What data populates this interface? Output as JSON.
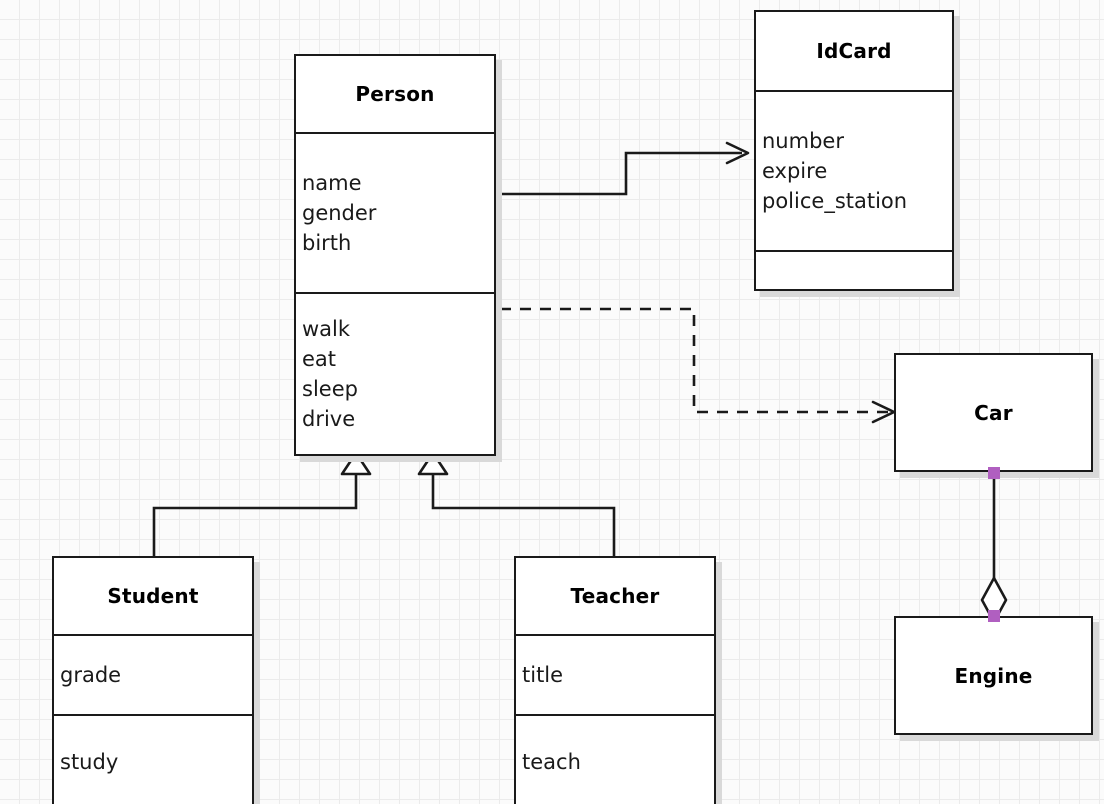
{
  "diagram": {
    "type": "uml-class-diagram",
    "background": "#fbfbfb",
    "grid_color": "#ebebeb",
    "line_color": "#1a1a1a",
    "selection_handle_color": "#b05fc0",
    "shadow_color": "#d9d9d9"
  },
  "classes": {
    "person": {
      "name": "Person",
      "attributes": [
        "name",
        "gender",
        "birth"
      ],
      "methods": [
        "walk",
        "eat",
        "sleep",
        "drive"
      ]
    },
    "idcard": {
      "name": "IdCard",
      "attributes": [
        "number",
        "expire",
        "police_station"
      ],
      "methods": []
    },
    "student": {
      "name": "Student",
      "attributes": [
        "grade"
      ],
      "methods": [
        "study"
      ]
    },
    "teacher": {
      "name": "Teacher",
      "attributes": [
        "title"
      ],
      "methods": [
        "teach"
      ]
    },
    "car": {
      "name": "Car",
      "attributes": [],
      "methods": []
    },
    "engine": {
      "name": "Engine",
      "attributes": [],
      "methods": []
    }
  },
  "relationships": [
    {
      "id": "person-idcard",
      "kind": "association",
      "style": "solid",
      "arrow": "open",
      "from": "Person",
      "to": "IdCard"
    },
    {
      "id": "person-car",
      "kind": "dependency",
      "style": "dashed",
      "arrow": "open",
      "from": "Person",
      "to": "Car"
    },
    {
      "id": "student-person",
      "kind": "generalization",
      "style": "solid",
      "arrow": "hollow-triangle",
      "from": "Student",
      "to": "Person"
    },
    {
      "id": "teacher-person",
      "kind": "generalization",
      "style": "solid",
      "arrow": "hollow-triangle",
      "from": "Teacher",
      "to": "Person"
    },
    {
      "id": "car-engine",
      "kind": "aggregation",
      "style": "solid",
      "arrow": "hollow-diamond",
      "from": "Car",
      "to": "Engine",
      "selected": true
    }
  ]
}
